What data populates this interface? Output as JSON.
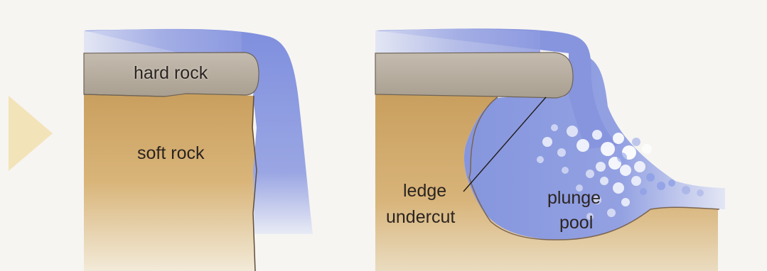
{
  "labels": {
    "hard_rock": "hard rock",
    "soft_rock": "soft rock",
    "ledge": "ledge",
    "undercut": "undercut",
    "plunge": "plunge",
    "pool": "pool"
  },
  "colors": {
    "background": "#f6f5f2",
    "arrow": "#f3e3b8",
    "hard_rock": "#b7ad9f",
    "soft_rock": "#d2a865",
    "water": "#7f8fde",
    "label_text": "#2b2420"
  }
}
